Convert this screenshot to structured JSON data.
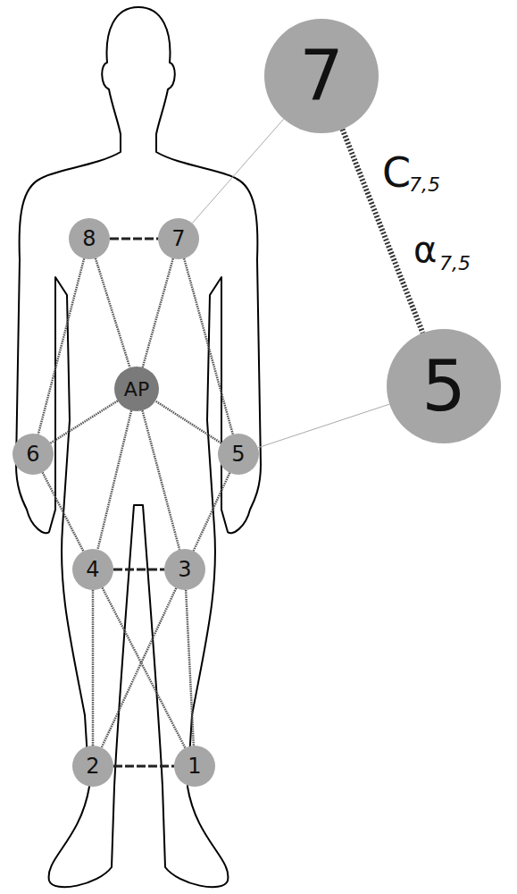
{
  "diagram": {
    "nodes": [
      {
        "text": [
          "7"
        ]
      },
      {
        "text": [
          "8"
        ]
      },
      {
        "text": [
          "7"
        ]
      },
      {
        "text": [
          "AP"
        ]
      },
      {
        "text": [
          "6"
        ]
      },
      {
        "text": [
          "5"
        ]
      },
      {
        "text": [
          "5"
        ]
      },
      {
        "text": [
          "4"
        ]
      },
      {
        "text": [
          "3"
        ]
      },
      {
        "text": [
          "2"
        ]
      },
      {
        "text": [
          "1"
        ]
      }
    ],
    "edges": [
      {
        "from": 1,
        "to": 2,
        "arrow": "none"
      },
      {
        "from": 1,
        "to": 3,
        "arrow": "none"
      },
      {
        "from": 2,
        "to": 3,
        "arrow": "none"
      },
      {
        "from": 4,
        "to": 3,
        "arrow": "none"
      },
      {
        "from": 5,
        "to": 3,
        "arrow": "none"
      },
      {
        "from": 3,
        "to": 7,
        "arrow": "none"
      },
      {
        "from": 3,
        "to": 8,
        "arrow": "none"
      },
      {
        "from": 1,
        "to": 4,
        "arrow": "none"
      },
      {
        "from": 2,
        "to": 5,
        "arrow": "none"
      },
      {
        "from": 4,
        "to": 7,
        "arrow": "none"
      },
      {
        "from": 5,
        "to": 8,
        "arrow": "none"
      },
      {
        "from": 7,
        "to": 8,
        "arrow": "none"
      },
      {
        "from": 7,
        "to": 9,
        "arrow": "none"
      },
      {
        "from": 7,
        "to": 10,
        "arrow": "none"
      },
      {
        "from": 8,
        "to": 9,
        "arrow": "none"
      },
      {
        "from": 8,
        "to": 10,
        "arrow": "none"
      },
      {
        "from": 9,
        "to": 10,
        "arrow": "none"
      },
      {
        "from": 0,
        "to": 6,
        "arrow": "none"
      },
      {
        "from": 2,
        "to": 0,
        "arrow": "none"
      },
      {
        "from": 5,
        "to": 6,
        "arrow": "none"
      }
    ],
    "labels": [
      "C",
      "7,5",
      "α",
      "7,5"
    ]
  }
}
